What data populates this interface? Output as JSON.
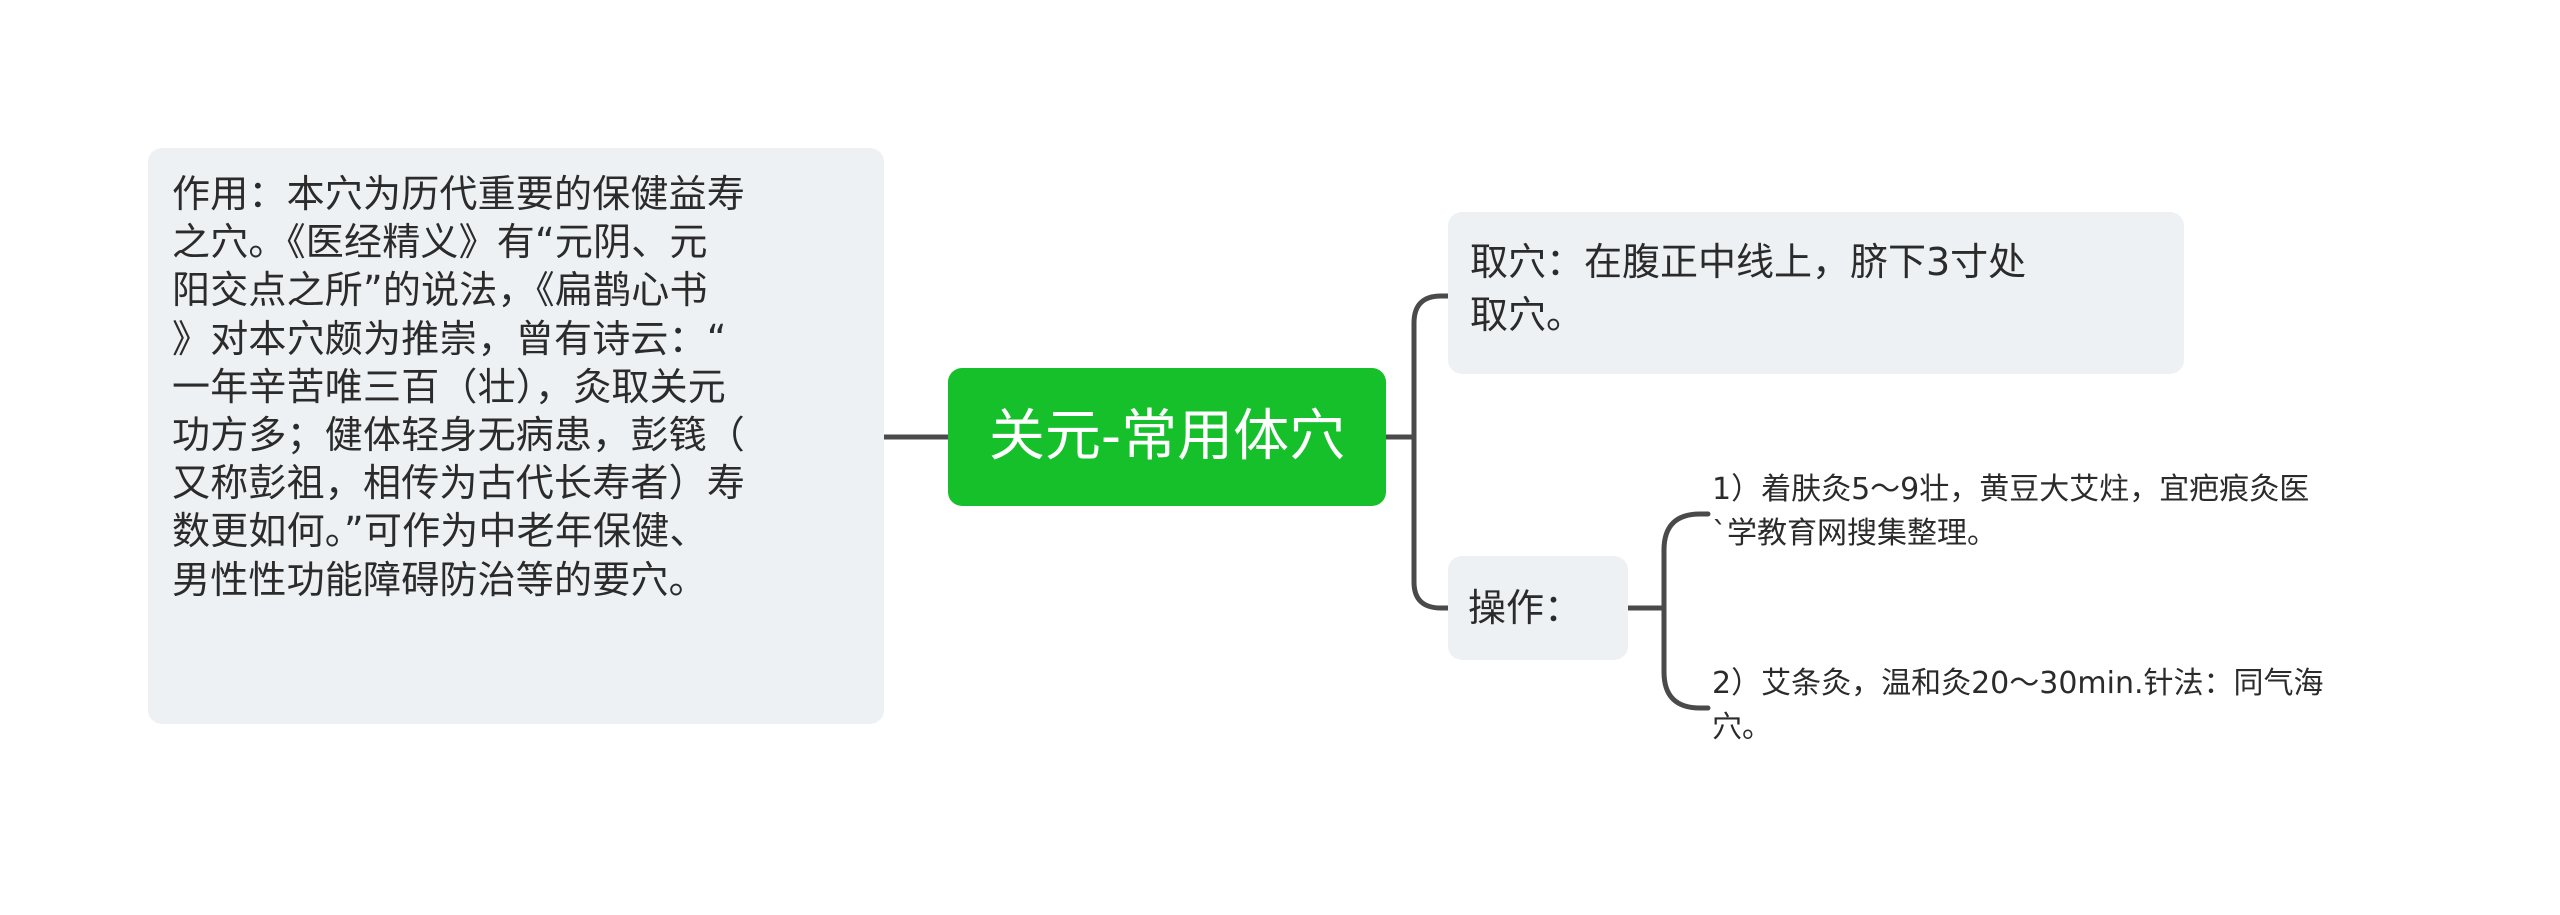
{
  "central_topic": {
    "label": "关元-常用体穴",
    "color": "#16c02a"
  },
  "left_note": {
    "text": "作用：本穴为历代重要的保健益寿\n之穴。《医经精义》有“元阴、元\n阳交点之所”的说法，《扁鹊心书\n》对本穴颇为推崇，曾有诗云：“\n一年辛苦唯三百（壮），灸取关元\n功方多；健体轻身无病患，彭篯（\n又称彭祖，相传为古代长寿者）寿\n数更如何。”可作为中老年保健、\n男性性功能障碍防治等的要穴。"
  },
  "right_branches": [
    {
      "label": "取穴：在腹正中线上，脐下3寸处\n取穴。"
    },
    {
      "label": "操作：",
      "children": [
        {
          "label": "1）着肤灸5～9壮，黄豆大艾炷，宜疤痕灸医\n`学教育网搜集整理。"
        },
        {
          "label": "2）艾条灸，温和灸20～30min.针法：同气海\n穴。"
        }
      ]
    }
  ],
  "colors": {
    "node_background": "#eef1f4",
    "connector": "#4a4a4a",
    "text": "#2b2b2b"
  }
}
